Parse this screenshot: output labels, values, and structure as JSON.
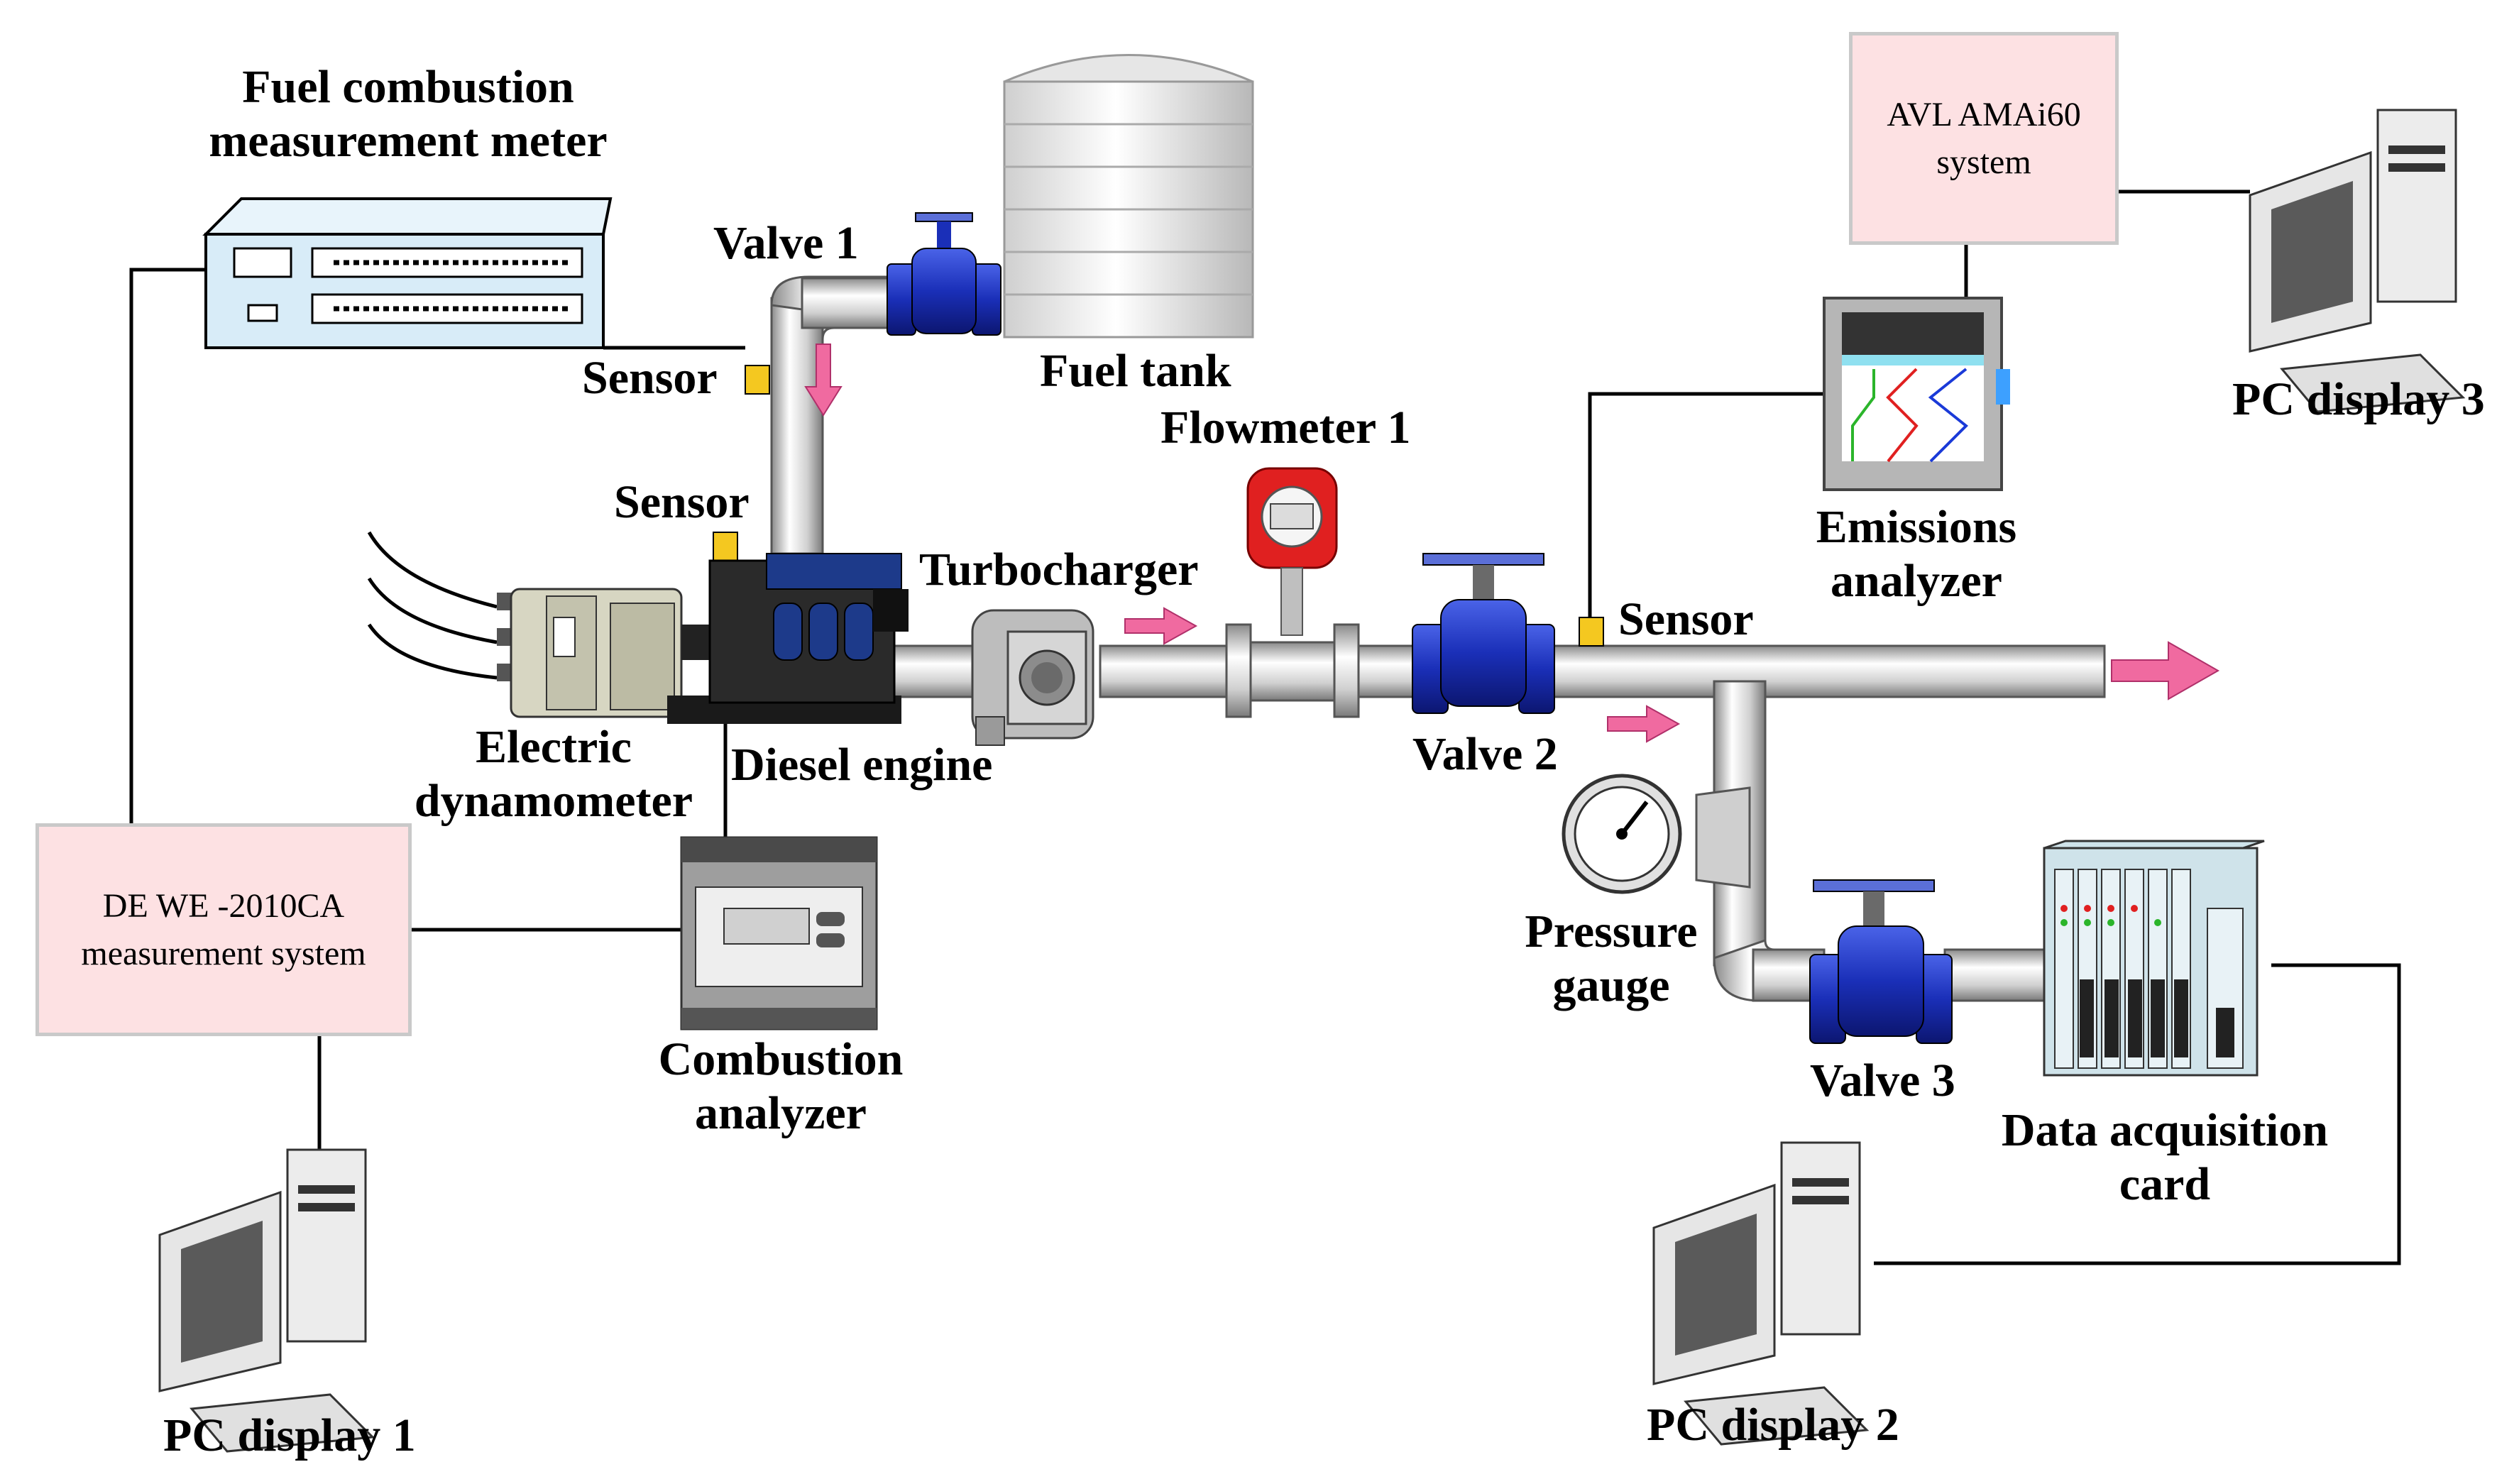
{
  "labels": {
    "fuel_meter_line1": "Fuel combustion",
    "fuel_meter_line2": "measurement meter",
    "valve1": "Valve 1",
    "fuel_tank": "Fuel tank",
    "sensor_top": "Sensor",
    "sensor_engine": "Sensor",
    "sensor_right": "Sensor",
    "flowmeter1": "Flowmeter 1",
    "turbocharger": "Turbocharger",
    "electric_line1": "Electric",
    "electric_line2": "dynamometer",
    "diesel_engine": "Diesel engine",
    "valve2": "Valve 2",
    "emissions_line1": "Emissions",
    "emissions_line2": "analyzer",
    "pressure_line1": "Pressure",
    "pressure_line2": "gauge",
    "valve3": "Valve 3",
    "daq_line1": "Data acquisition",
    "daq_line2": "card",
    "combustion_line1": "Combustion",
    "combustion_line2": "analyzer",
    "pc1": "PC display 1",
    "pc2": "PC display 2",
    "pc3": "PC display 3"
  },
  "boxes": {
    "avl_line1": "AVL AMAi60",
    "avl_line2": "system",
    "dewe_line1": "DE WE -2010CA",
    "dewe_line2": "measurement system"
  },
  "colors": {
    "box_fill": "#fde1e3",
    "box_border": "#c9c9c9",
    "valve_blue": "#1a2fb8",
    "arrow_pink": "#f06aa0",
    "flowmeter_red": "#e02020"
  }
}
